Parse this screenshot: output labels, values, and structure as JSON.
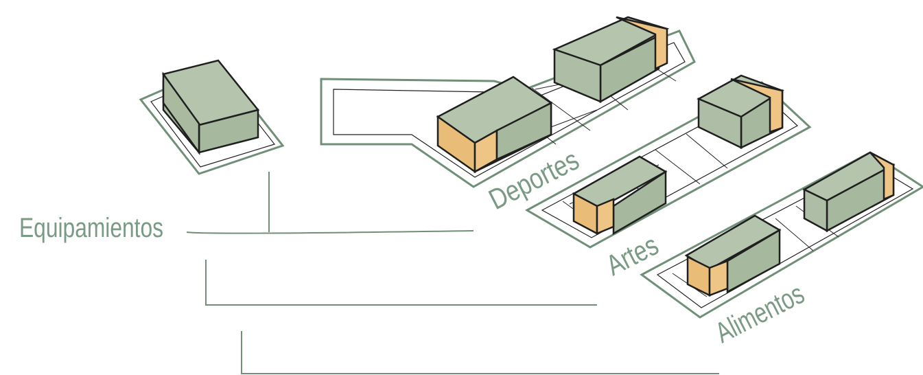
{
  "title": "Equipamientos",
  "labels": {
    "sports": "Deportes",
    "arts": "Artes",
    "food": "Alimentos"
  },
  "colors": {
    "label": "#7a9a86",
    "building_green": "#aebea6",
    "building_orange": "#eec585",
    "plot_outline": "#6f8f78"
  }
}
